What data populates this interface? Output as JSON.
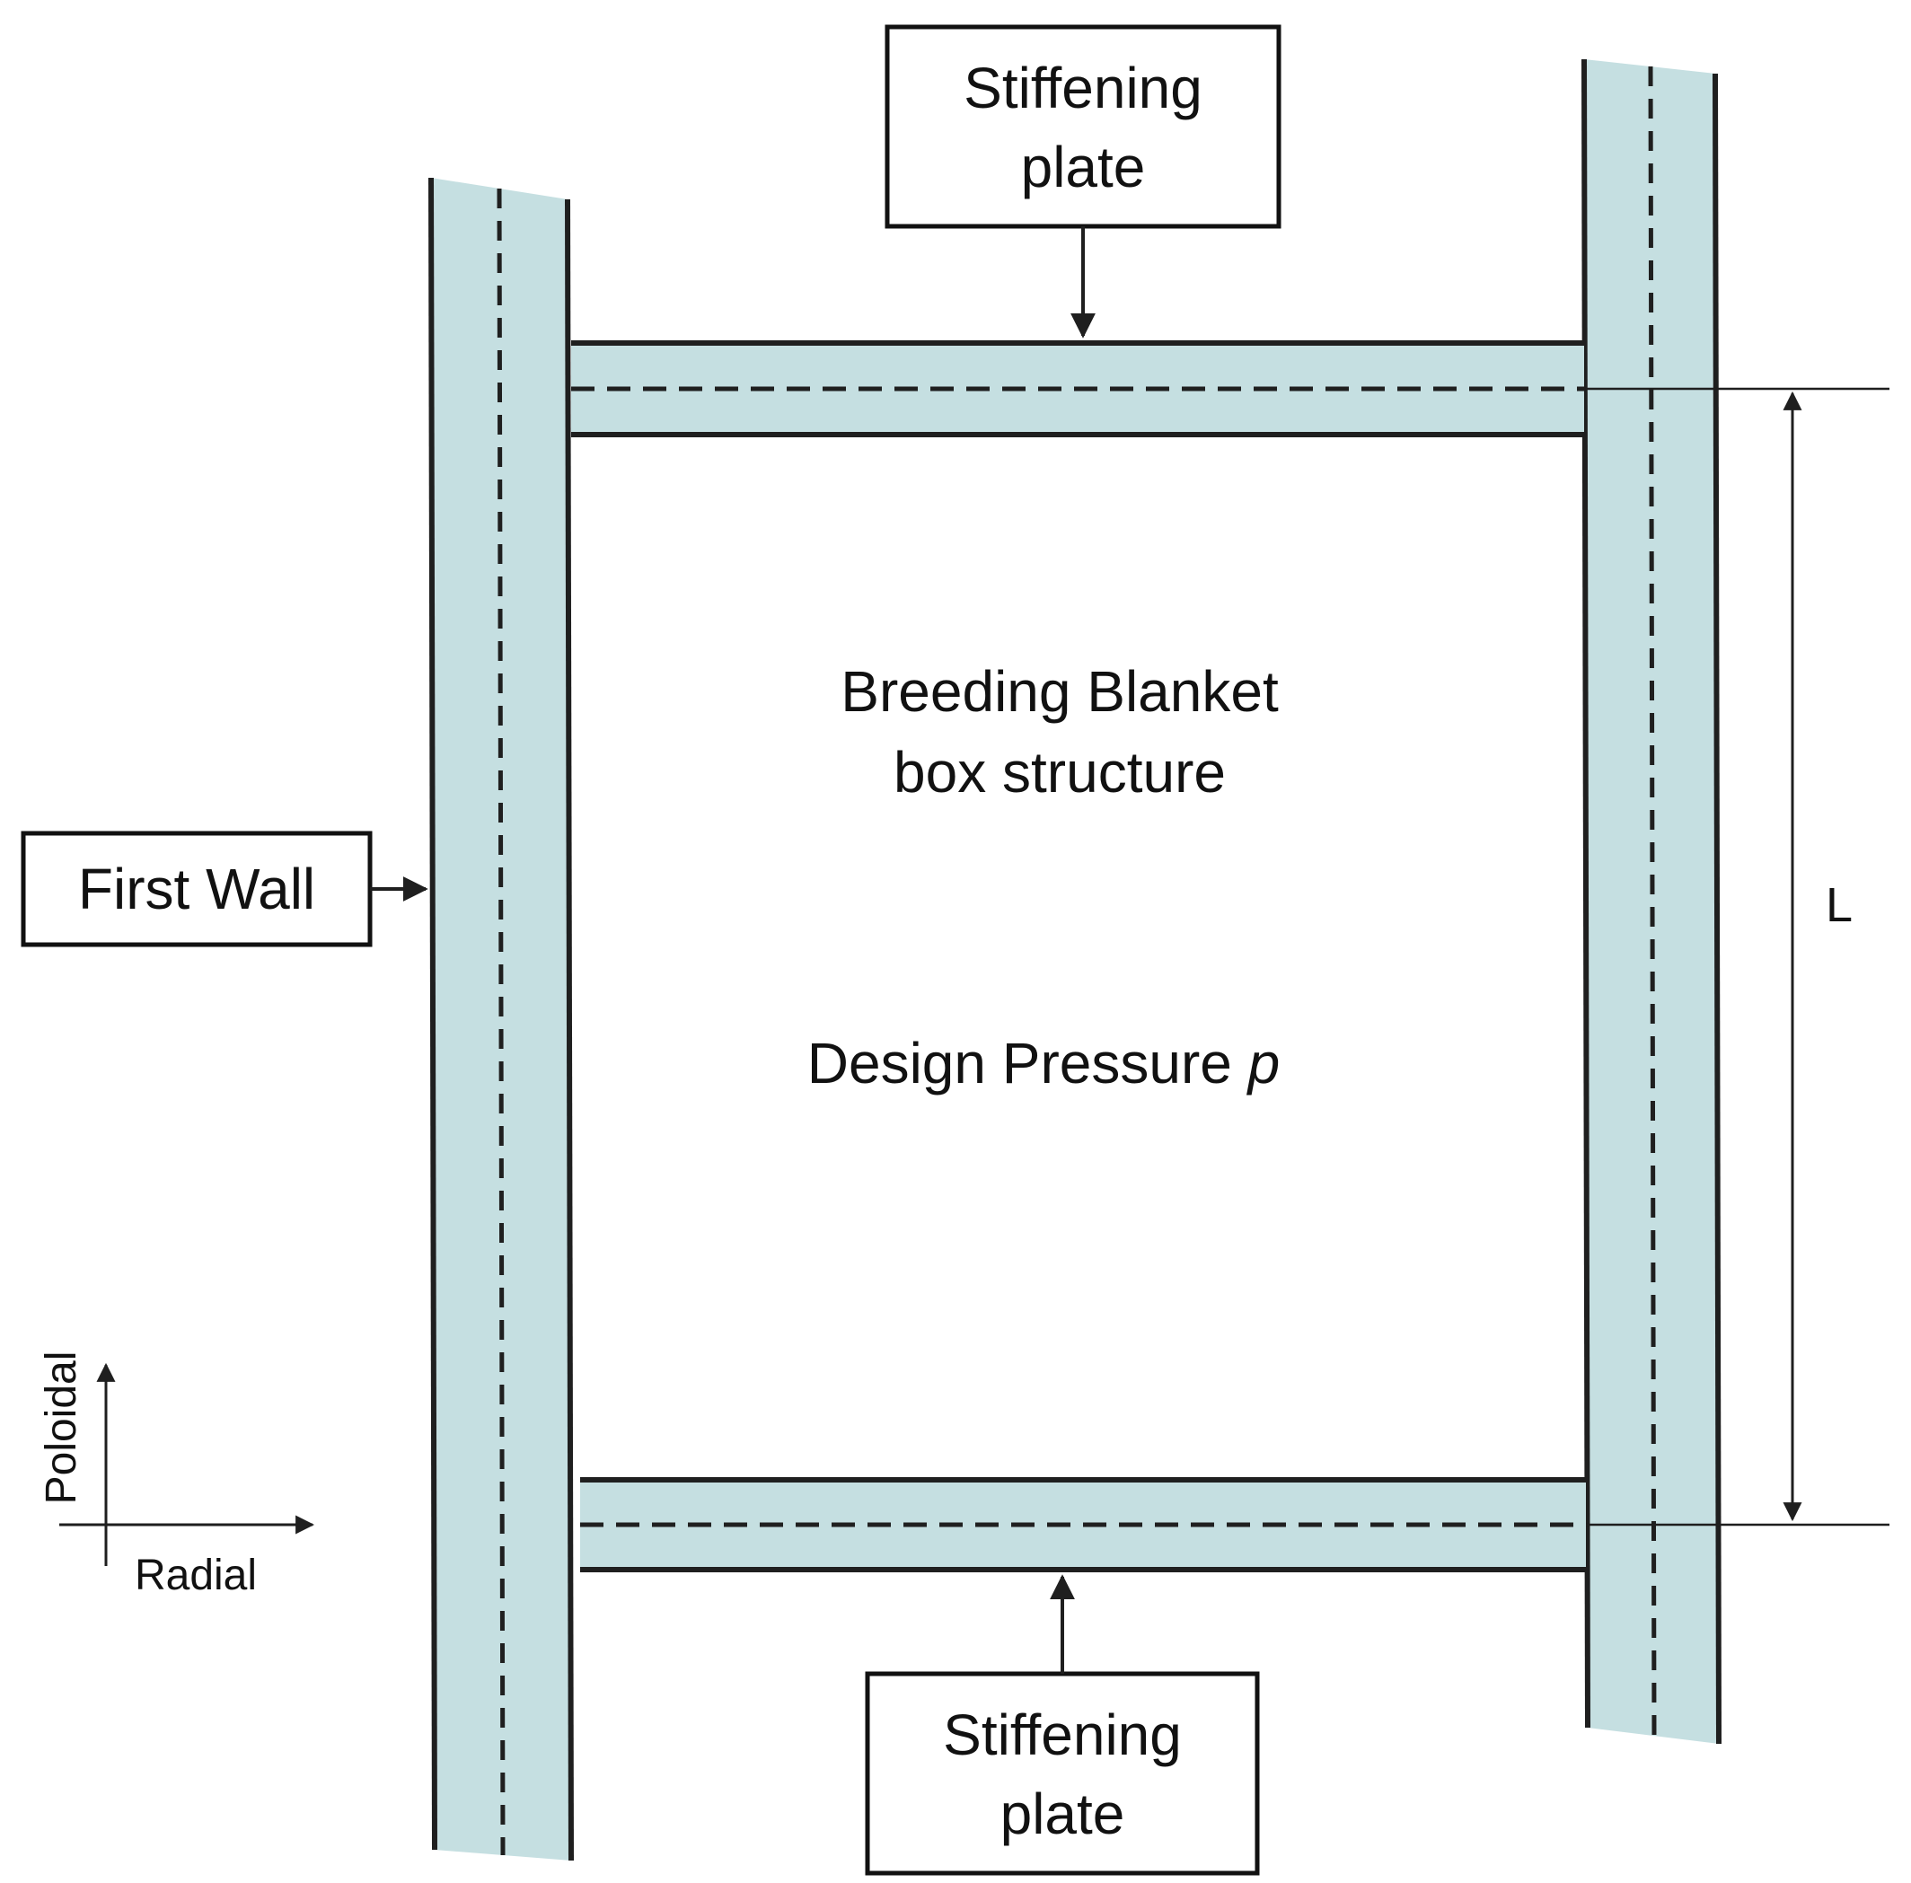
{
  "labels": {
    "stiffening_top_line1": "Stiffening",
    "stiffening_top_line2": "plate",
    "stiffening_bottom_line1": "Stiffening",
    "stiffening_bottom_line2": "plate",
    "first_wall": "First Wall",
    "center_line1": "Breeding Blanket",
    "center_line2": "box structure",
    "pressure_prefix": "Design Pressure ",
    "pressure_symbol": "p",
    "dimension": "L",
    "axis_vertical": "Poloidal",
    "axis_horizontal": "Radial"
  },
  "colors": {
    "plate_fill": "#c5dfe1",
    "line": "#1f1f1f",
    "box_border": "#111111",
    "background": "#ffffff"
  }
}
